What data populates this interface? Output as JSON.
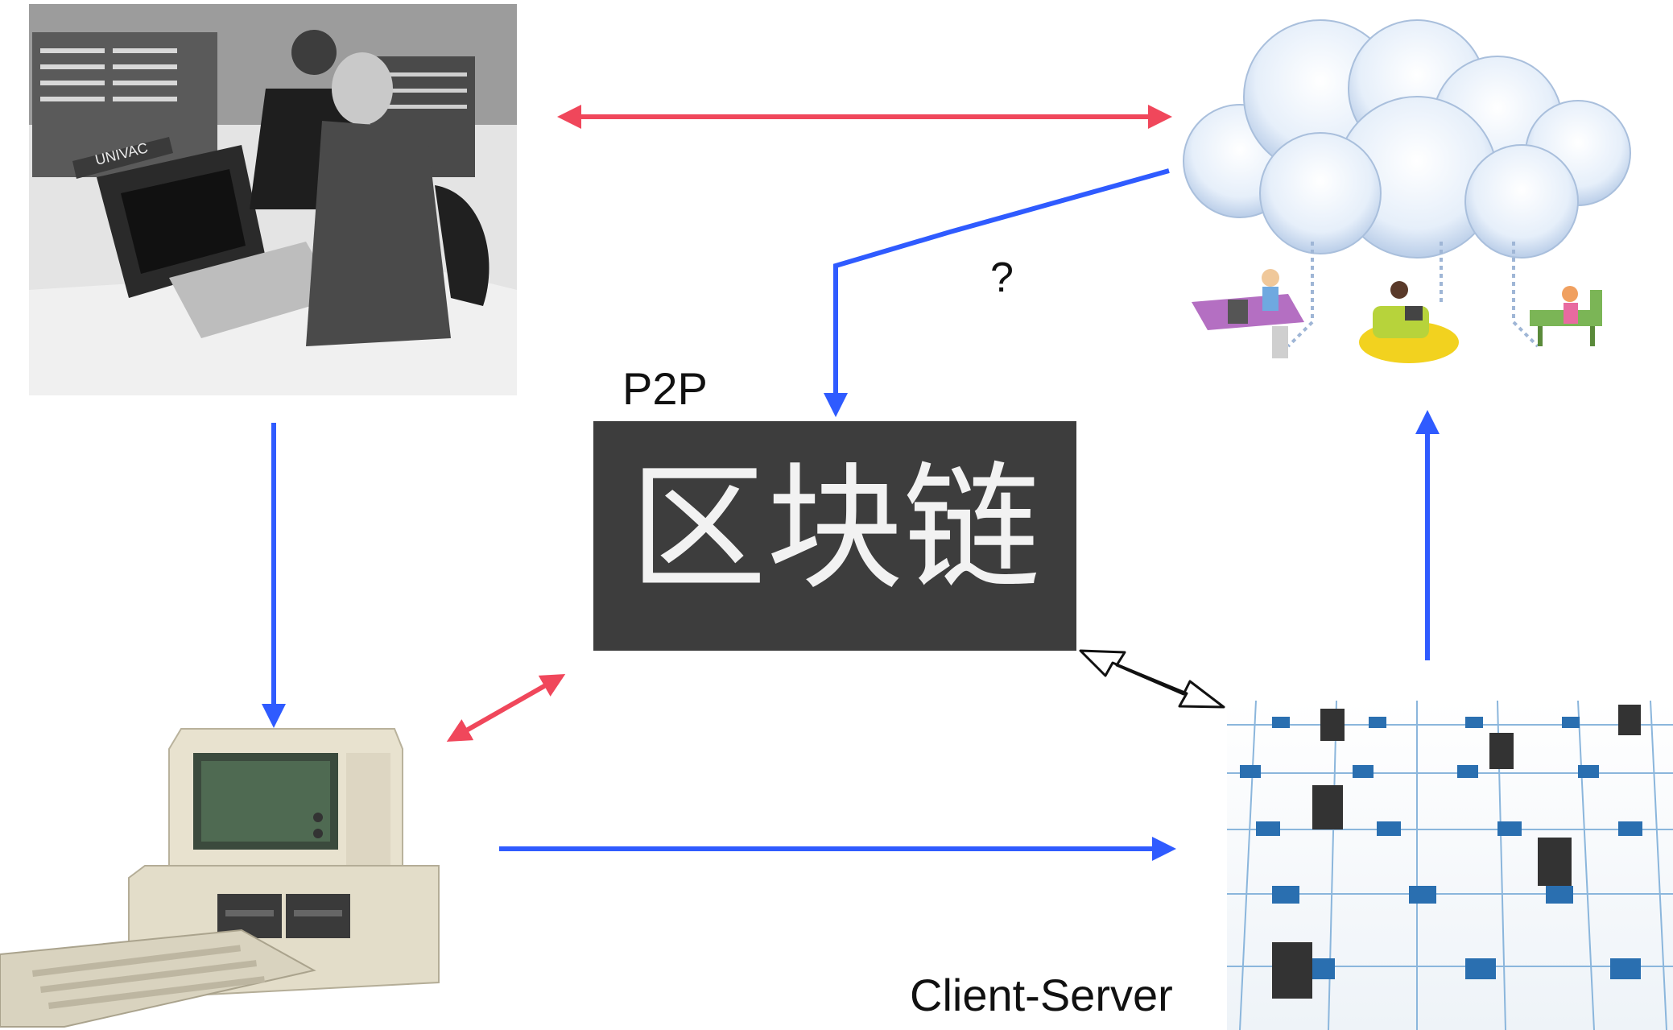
{
  "center_box": {
    "text": "区块链",
    "caption": "P2P"
  },
  "question_mark": "?",
  "client_server_label": "Client-Server",
  "mainframe_photo": {
    "badge_text": "UNIVAC"
  },
  "colors": {
    "blue_arrow": "#2f5bff",
    "red_arrow": "#f0475b",
    "center_box": "#3d3d3d"
  }
}
